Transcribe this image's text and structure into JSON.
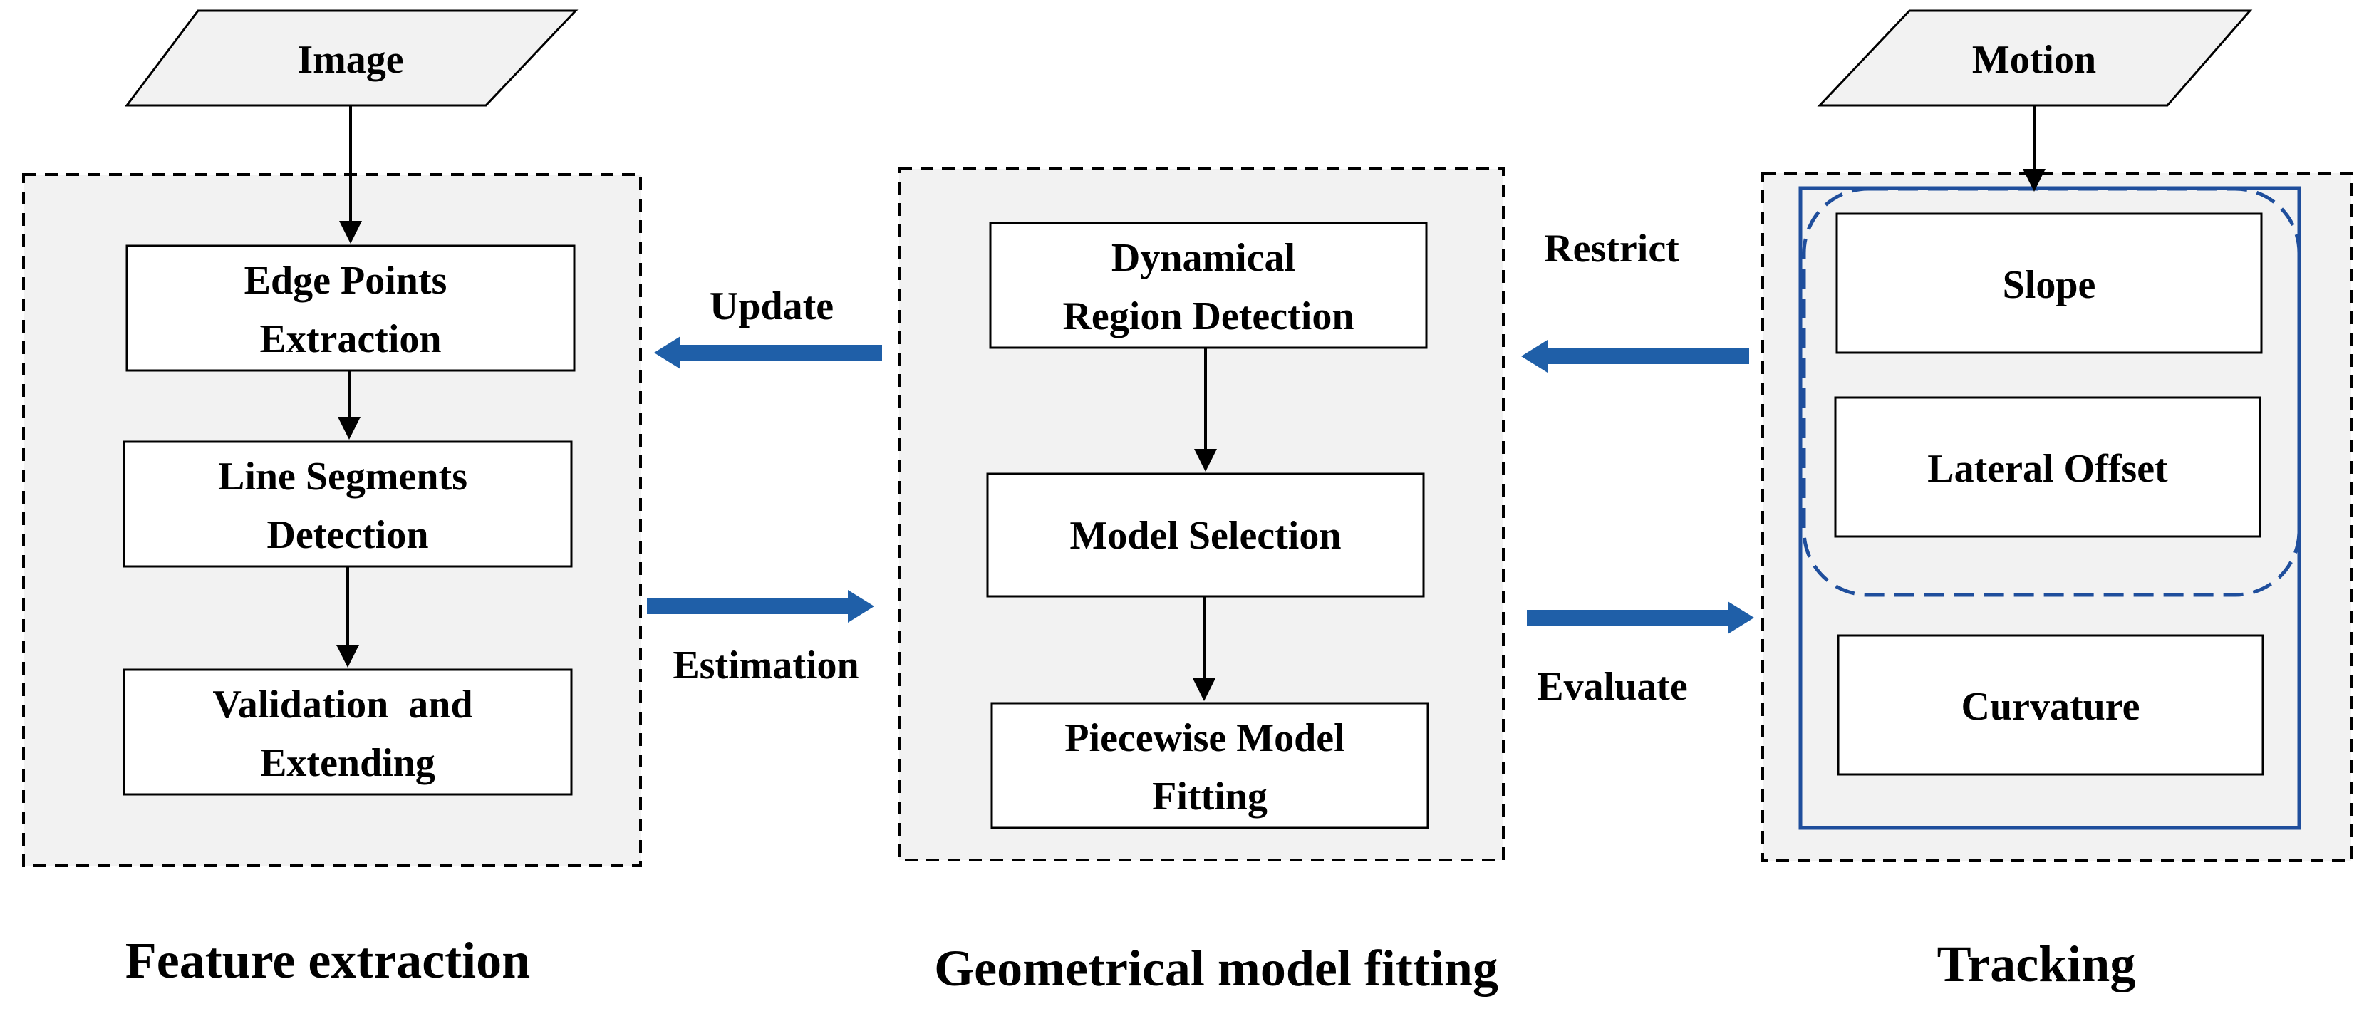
{
  "inputs": {
    "image": "Image",
    "motion": "Motion"
  },
  "feature_extraction": {
    "title": "Feature extraction",
    "steps": [
      [
        "Edge Points",
        "Extraction"
      ],
      [
        "Line Segments",
        "Detection"
      ],
      [
        "Validation  and",
        "Extending"
      ]
    ]
  },
  "model_fitting": {
    "title": "Geometrical model fitting",
    "steps": [
      [
        "Dynamical",
        "Region Detection"
      ],
      [
        "Model Selection"
      ],
      [
        "Piecewise Model",
        "Fitting"
      ]
    ]
  },
  "tracking": {
    "title": "Tracking",
    "items": [
      "Slope",
      "Lateral Offset",
      "Curvature"
    ]
  },
  "arrows": {
    "update": "Update",
    "estimation": "Estimation",
    "restrict": "Restrict",
    "evaluate": "Evaluate"
  },
  "colors": {
    "panel_fill": "#f2f2f2",
    "arrow_blue": "#1f5fa8",
    "tracking_border": "#1f4e9c"
  }
}
